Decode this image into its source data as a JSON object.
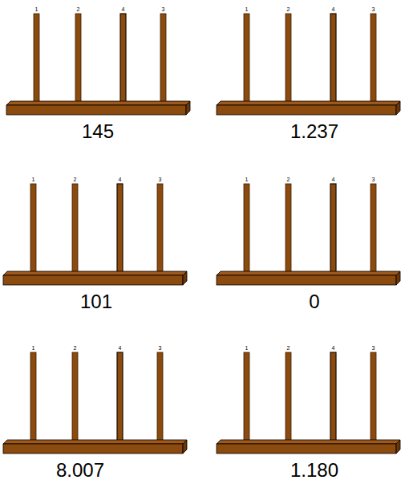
{
  "diagram": {
    "labels": [
      "1",
      "2",
      "4",
      "3",
      "145",
      "1",
      "2",
      "4",
      "3",
      "1.237",
      "1",
      "2",
      "4",
      "3",
      "101",
      "1",
      "2",
      "4",
      "3",
      "0",
      "1",
      "2",
      "4",
      "3",
      "8.007",
      "1",
      "2",
      "4",
      "3",
      "1.180"
    ]
  }
}
